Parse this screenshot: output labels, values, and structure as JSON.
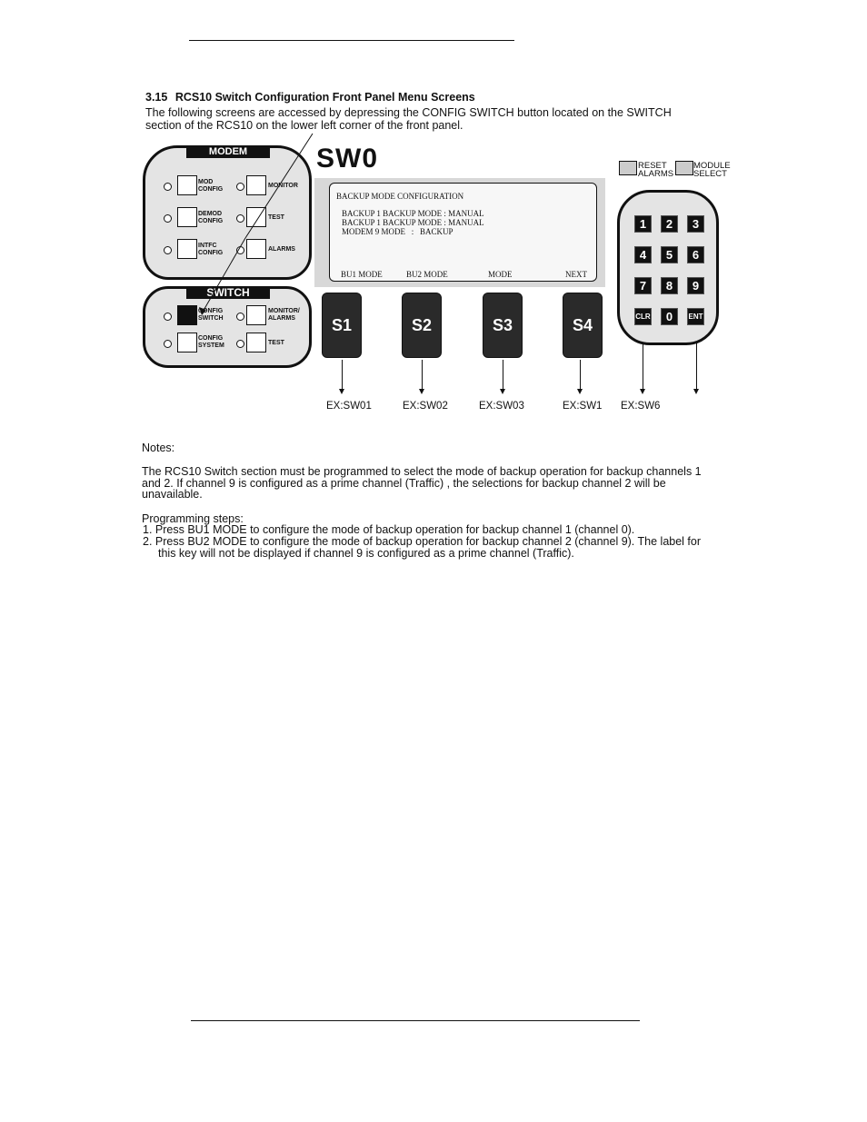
{
  "section": {
    "number": "3.15",
    "title": "RCS10 Switch Configuration Front Panel Menu Screens",
    "intro": "The following screens are accessed by depressing the CONFIG SWITCH button located on the SWITCH section of the RCS10 on the lower left corner of the front panel."
  },
  "modem_panel": {
    "title": "MODEM",
    "keys": [
      {
        "label": "MOD CONFIG"
      },
      {
        "label": "MONITOR"
      },
      {
        "label": "DEMOD CONFIG"
      },
      {
        "label": "TEST"
      },
      {
        "label": "INTFC CONFIG"
      },
      {
        "label": "ALARMS"
      }
    ]
  },
  "switch_panel": {
    "title": "SWITCH",
    "keys": [
      {
        "label": "CONFIG SWITCH"
      },
      {
        "label": "MONITOR/ ALARMS"
      },
      {
        "label": "CONFIG SYSTEM"
      },
      {
        "label": "TEST"
      }
    ]
  },
  "screen": {
    "title": "SW0",
    "lines": [
      "BACKUP MODE CONFIGURATION",
      "BACKUP 1 BACKUP MODE : MANUAL",
      "BACKUP 1 BACKUP MODE : MANUAL",
      "MODEM 9 MODE   :   BACKUP"
    ],
    "softkeys": [
      "BU1 MODE",
      "BU2 MODE",
      "MODE",
      "NEXT"
    ]
  },
  "buttons": [
    "S1",
    "S2",
    "S3",
    "S4"
  ],
  "ex_labels": [
    "EX:SW01",
    "EX:SW02",
    "EX:SW03",
    "EX:SW1",
    "EX:SW6"
  ],
  "top_right": {
    "reset": "RESET",
    "alarms": "ALARMS",
    "module": "MODULE",
    "select": "SELECT"
  },
  "keypad": [
    "1",
    "2",
    "3",
    "4",
    "5",
    "6",
    "7",
    "8",
    "9",
    "CLR",
    "0",
    "ENT"
  ],
  "notes": {
    "title": "Notes:",
    "body": "The RCS10 Switch section must be programmed to select the mode of backup operation for backup channels 1 and 2.  If channel 9 is configured as a prime channel (Traffic) , the selections for backup channel 2 will be unavailable.",
    "steps_title": "Programming steps:",
    "steps": [
      "1.  Press BU1 MODE to configure the mode of backup operation for backup channel 1 (channel 0).",
      "2.  Press BU2 MODE to configure the mode of backup operation for backup channel 2 (channel 9).  The label for",
      "this key will not be displayed if channel 9 is configured as a prime channel (Traffic)."
    ]
  }
}
